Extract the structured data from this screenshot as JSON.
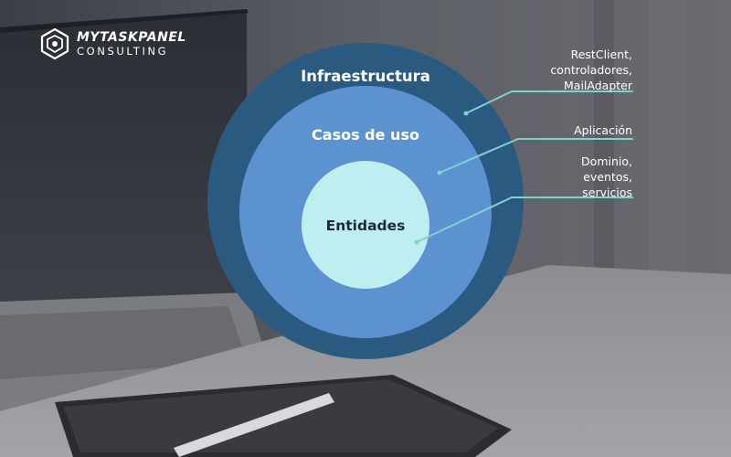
{
  "brand": {
    "name_top": "MYTASKPANEL",
    "name_bottom": "CONSULTING",
    "logo_icon": "hexagon-shield-icon"
  },
  "layers": {
    "outer": {
      "label": "Infraestructura",
      "color": "#2b5a80"
    },
    "middle": {
      "label": "Casos de uso",
      "color": "#5b92cf"
    },
    "inner": {
      "label": "Entidades",
      "color": "#bfeef0"
    }
  },
  "callouts": {
    "outer": {
      "lines": [
        "RestClient,",
        "controladores,",
        "MailAdapter"
      ]
    },
    "middle": {
      "lines": [
        "Aplicación"
      ]
    },
    "inner": {
      "lines": [
        "Dominio,",
        "eventos,",
        "servicios"
      ]
    }
  },
  "colors": {
    "leader_line": "#7fd3cf",
    "text": "#ffffff"
  }
}
